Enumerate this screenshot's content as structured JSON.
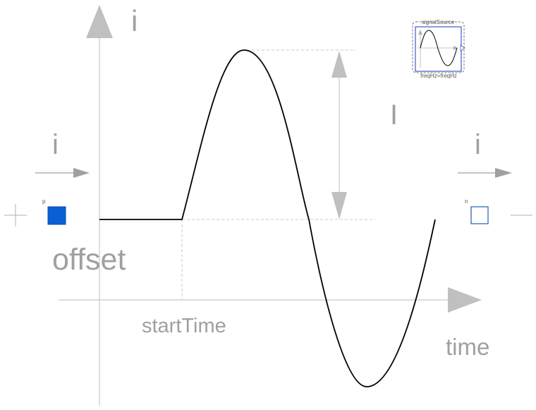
{
  "diagram": {
    "labels": {
      "y_axis": "i",
      "amplitude": "I",
      "current_in": "i",
      "current_out": "i",
      "offset": "offset",
      "start_time": "startTime",
      "time_axis": "time",
      "pin_p": "p",
      "pin_n": "n"
    },
    "icon": {
      "name": "signalSource",
      "parameter": "freqHz=freqHz"
    },
    "colors": {
      "axis": "#c0c0c0",
      "label": "#a0a0a0",
      "curve": "#000000",
      "pin_p_fill": "#0a5fd6",
      "pin_n_stroke": "#1f5fa8",
      "icon_frame": "#3a5bc7"
    }
  }
}
